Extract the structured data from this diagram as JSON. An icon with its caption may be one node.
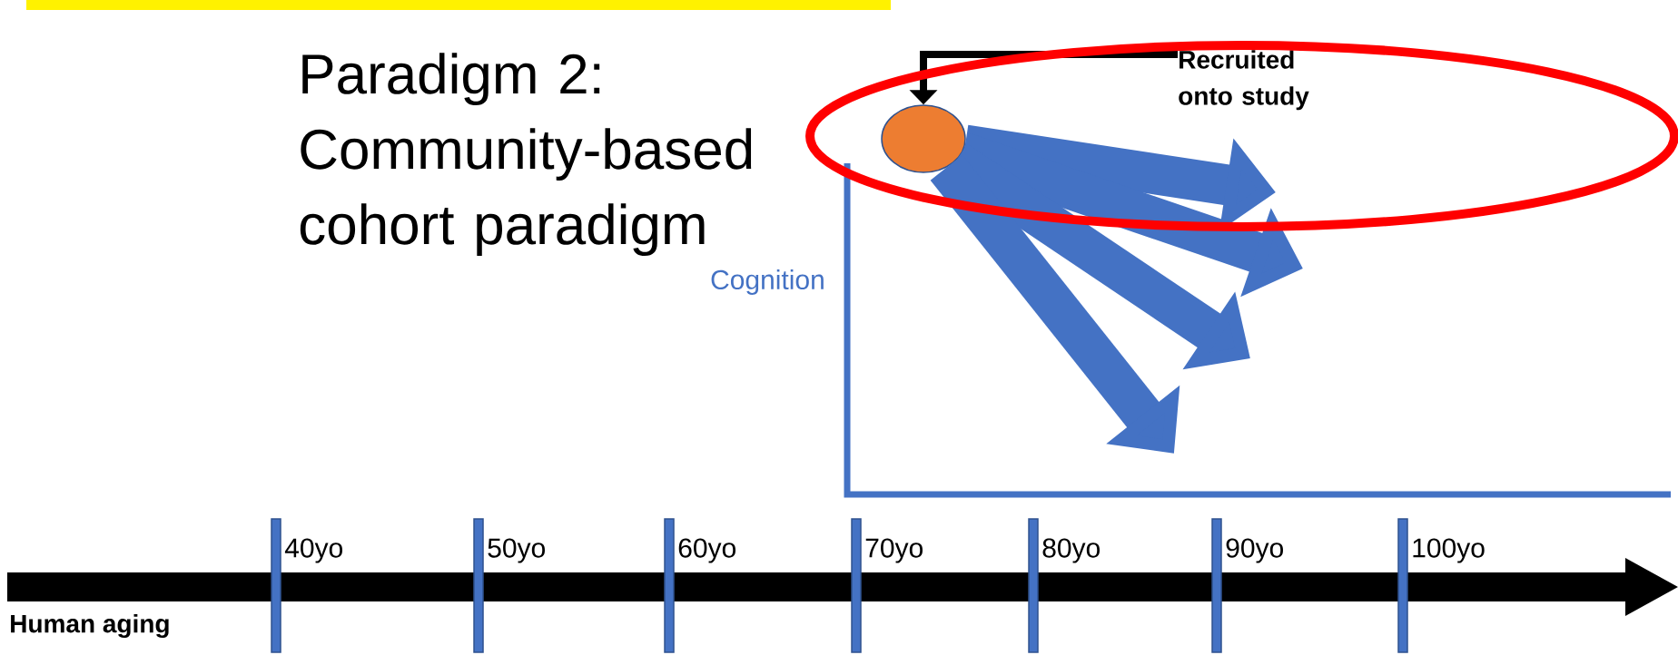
{
  "diagram": {
    "title": "Paradigm 2: Community-based cohort paradigm",
    "nodes": [
      {
        "text": [
          "Recruited onto study"
        ]
      },
      {
        "text": [],
        "shape": "circle"
      }
    ],
    "edges": [
      {
        "from": 0,
        "to": 1,
        "arrow": "to",
        "color": "#000000"
      },
      {
        "from": 1,
        "to": null,
        "arrow": "to"
      },
      {
        "from": 1,
        "to": null,
        "arrow": "to"
      },
      {
        "from": 1,
        "to": null,
        "arrow": "to"
      },
      {
        "from": 1,
        "to": null,
        "arrow": "to"
      }
    ],
    "labels": [
      "Cognition",
      "40yo",
      "50yo",
      "60yo",
      "70yo",
      "80yo",
      "90yo",
      "100yo",
      "Human aging"
    ]
  }
}
